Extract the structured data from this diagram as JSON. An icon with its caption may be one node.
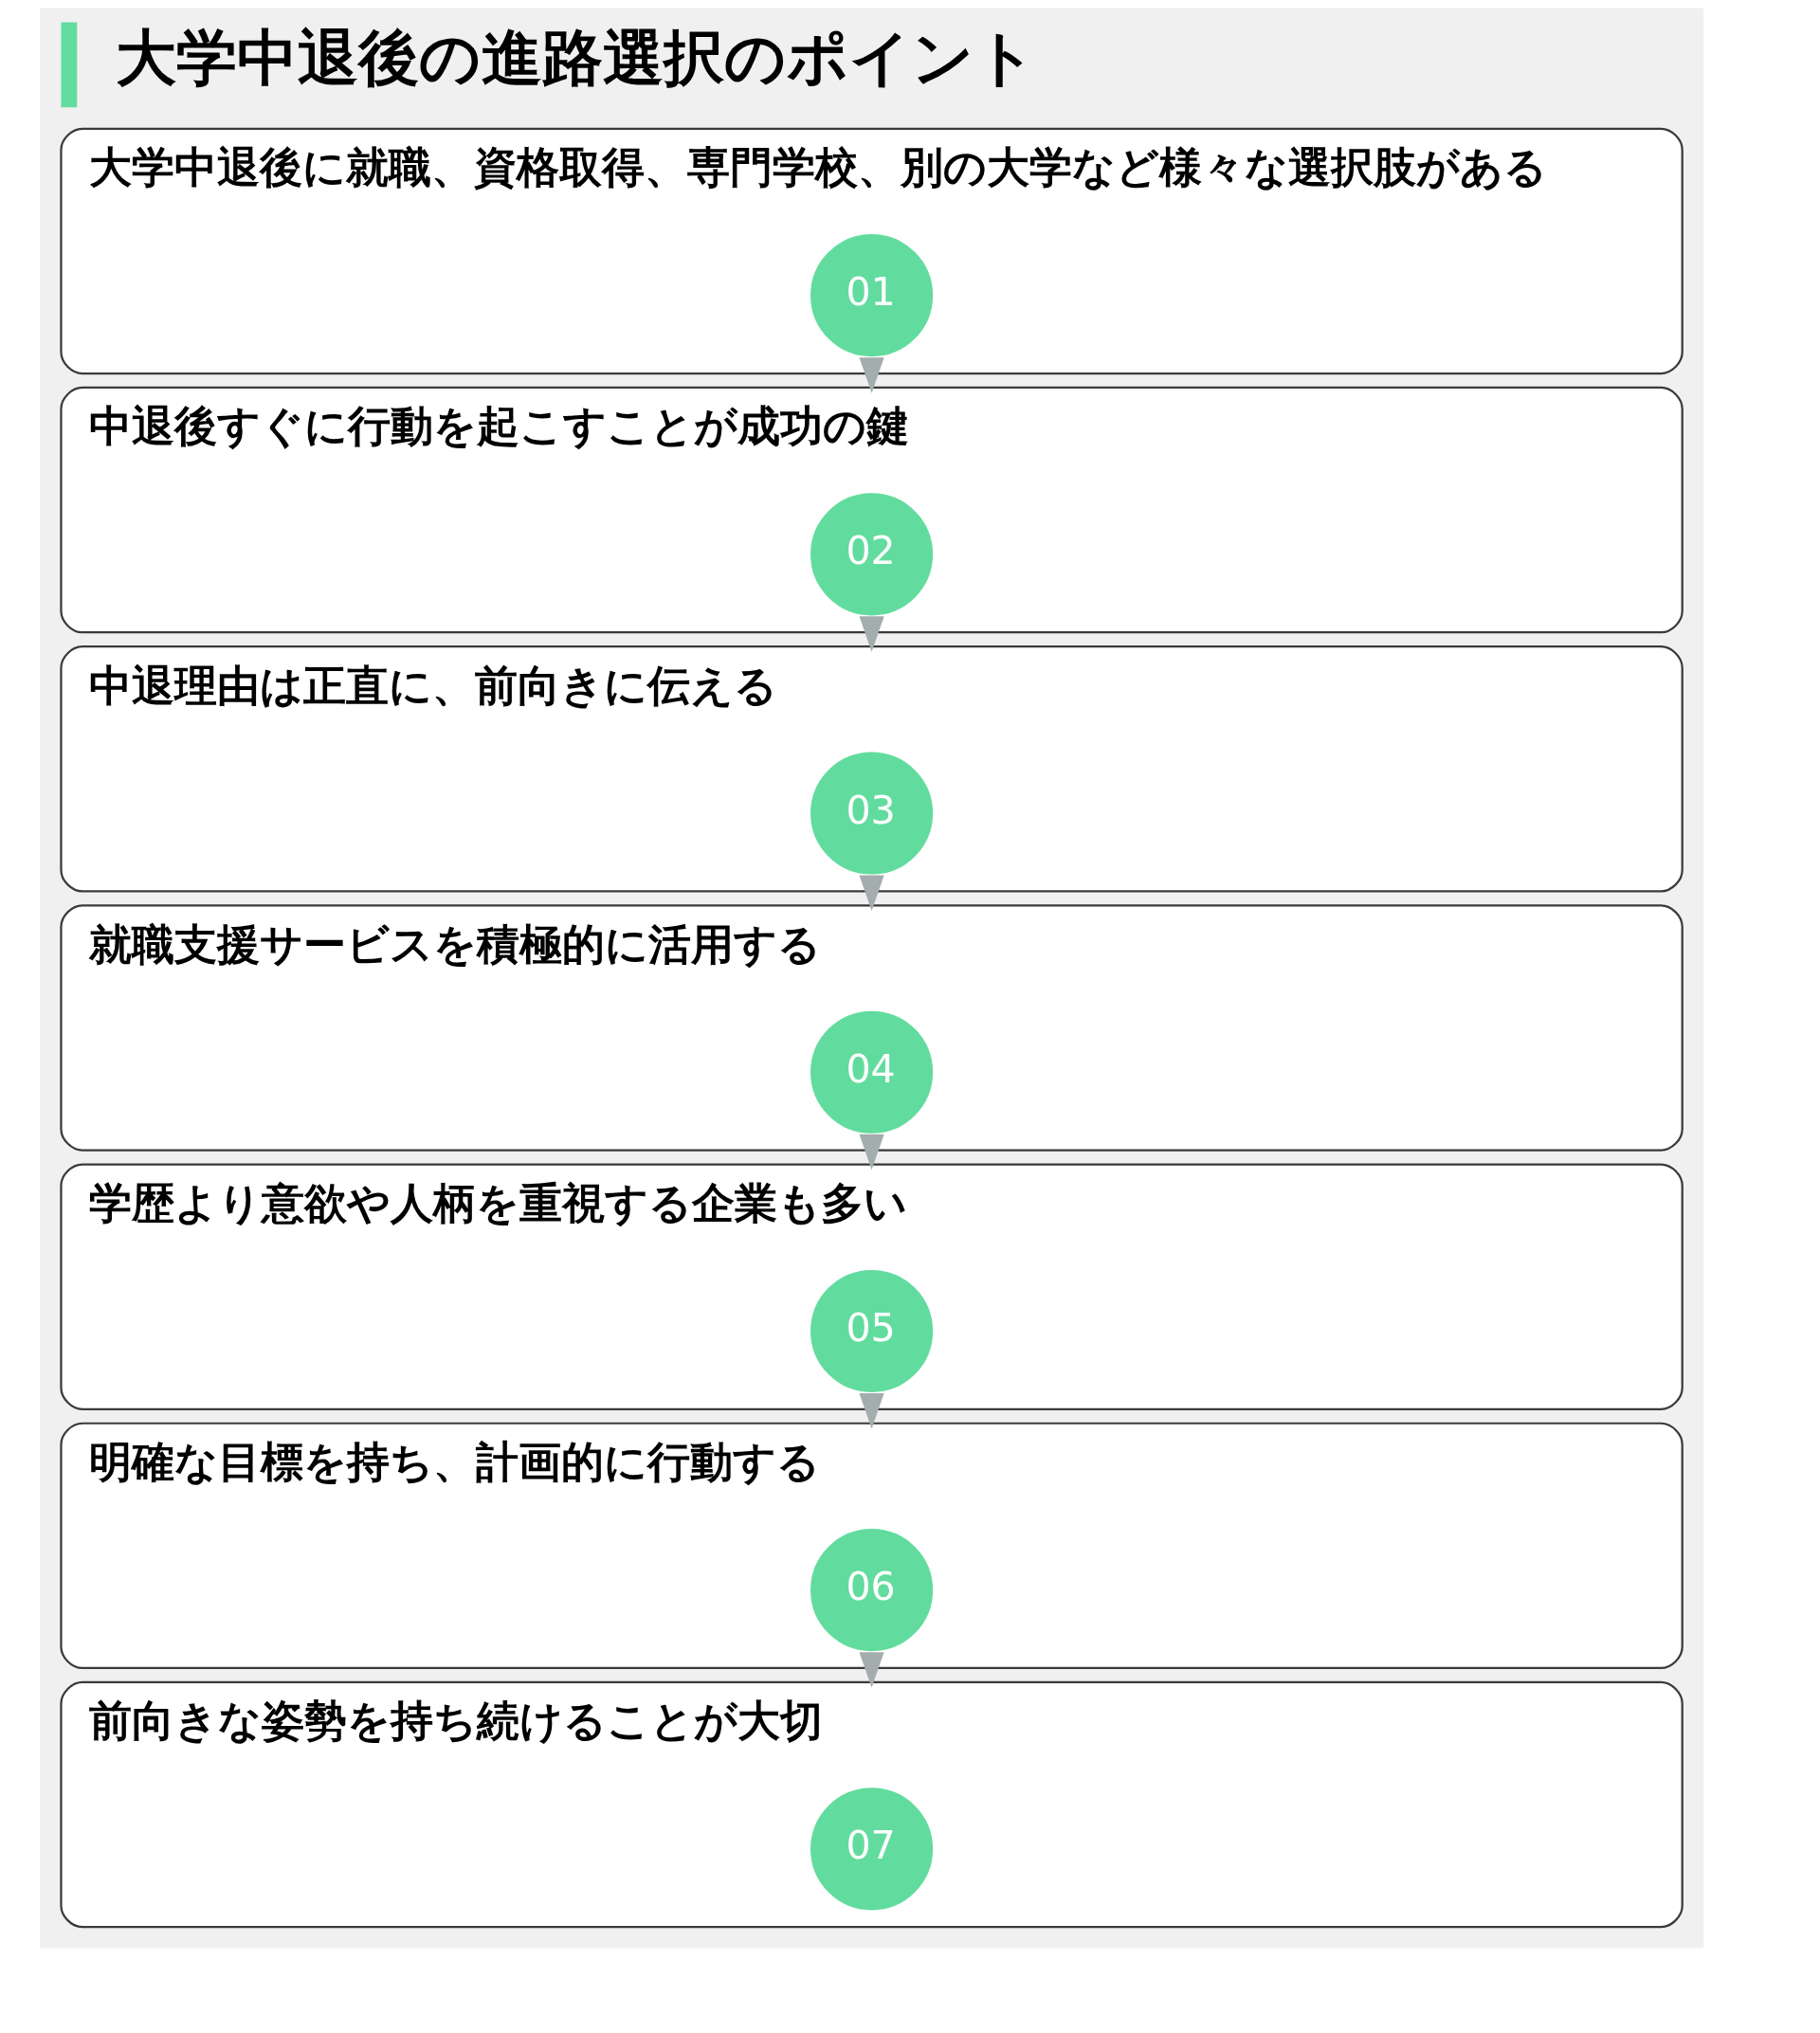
{
  "diagram": {
    "title": "大学中退後の進路選択のポイント",
    "nodes": [
      {
        "text": [
          "大学中退後に就職、資格取得、専門学校、別の大学など様々な選択肢がある"
        ]
      },
      {
        "text": [
          "01"
        ],
        "in": 0
      },
      {
        "text": [
          "中退後すぐに行動を起こすことが成功の鍵"
        ]
      },
      {
        "text": [
          "02"
        ],
        "in": 2
      },
      {
        "text": [
          "中退理由は正直に、前向きに伝える"
        ]
      },
      {
        "text": [
          "03"
        ],
        "in": 4
      },
      {
        "text": [
          "就職支援サービスを積極的に活用する"
        ]
      },
      {
        "text": [
          "04"
        ],
        "in": 6
      },
      {
        "text": [
          "学歴より意欲や人柄を重視する企業も多い"
        ]
      },
      {
        "text": [
          "05"
        ],
        "in": 8
      },
      {
        "text": [
          "明確な目標を持ち、計画的に行動する"
        ]
      },
      {
        "text": [
          "06"
        ],
        "in": 10
      },
      {
        "text": [
          "前向きな姿勢を持ち続けることが大切"
        ]
      },
      {
        "text": [
          "07"
        ],
        "in": 12
      }
    ],
    "edges": [
      {
        "from": 0,
        "to": 2,
        "arrow": "to"
      },
      {
        "from": 2,
        "to": 4,
        "arrow": "to"
      },
      {
        "from": 4,
        "to": 6,
        "arrow": "to"
      },
      {
        "from": 6,
        "to": 8,
        "arrow": "to"
      },
      {
        "from": 8,
        "to": 10,
        "arrow": "to"
      },
      {
        "from": 10,
        "to": 12,
        "arrow": "to"
      }
    ]
  }
}
